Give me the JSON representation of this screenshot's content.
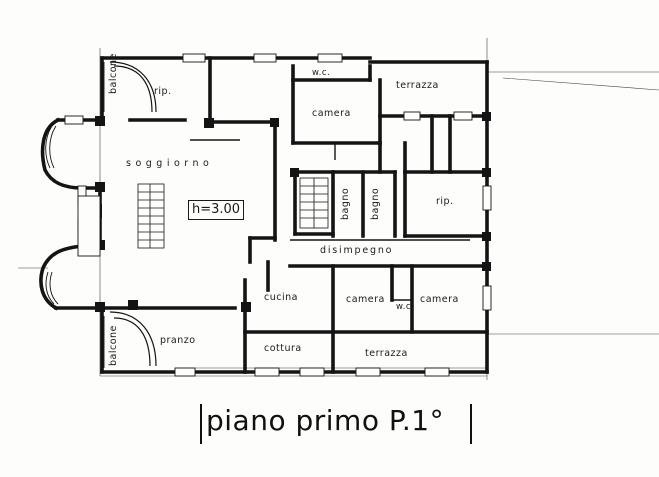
{
  "title": "piano primo P.1°",
  "height_note": "h=3.00",
  "rooms": {
    "balcone_top": "balcone",
    "rip_top": "rip.",
    "wc_top": "w.c.",
    "camera_top": "camera",
    "terrazza_top": "terrazza",
    "soggiorno": "soggiorno",
    "bagno_1": "bagno",
    "bagno_2": "bagno",
    "rip_right": "rip.",
    "disimpegno": "disimpegno",
    "cucina": "cucina",
    "camera_mid": "camera",
    "wc_mid": "w.c.",
    "camera_right": "camera",
    "balcone_bottom": "balcone",
    "pranzo": "pranzo",
    "cottura": "cottura",
    "terrazza_bottom": "terrazza"
  }
}
